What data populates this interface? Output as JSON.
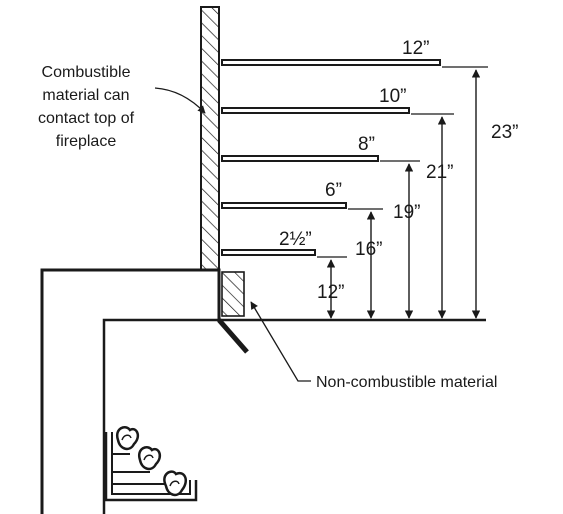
{
  "labels": {
    "combustible_line1": "Combustible",
    "combustible_line2": "material can",
    "combustible_line3": "contact top of",
    "combustible_line4": "fireplace",
    "noncombustible": "Non-combustible material"
  },
  "shelves": [
    {
      "depth_label": "12”",
      "height_label": "23”"
    },
    {
      "depth_label": "10”",
      "height_label": "21”"
    },
    {
      "depth_label": "8”",
      "height_label": "19”"
    },
    {
      "depth_label": "6”",
      "height_label": "16”"
    },
    {
      "depth_label": "2½”",
      "height_label": "12”"
    }
  ],
  "colors": {
    "ink": "#1a1a1a",
    "background": "#ffffff"
  }
}
